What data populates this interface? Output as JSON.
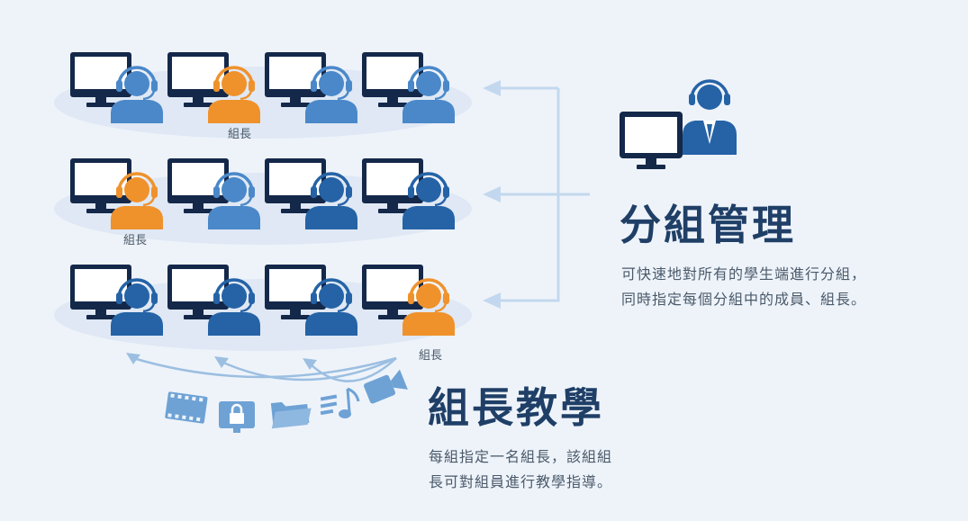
{
  "colors": {
    "monitor": "#14284a",
    "screen": "#ffffff",
    "student_light": "#4a88c9",
    "student_dark": "#2563a6",
    "leader": "#ef922c",
    "arrow": "#c3d8ee",
    "title": "#1f3f67",
    "tray": "#dde7f3"
  },
  "groups": [
    {
      "leader_index": 1,
      "leader_label": "組長",
      "tone": "light"
    },
    {
      "leader_index": 0,
      "leader_label": "組長",
      "tone": "mixed"
    },
    {
      "leader_index": 3,
      "leader_label": "組長",
      "tone": "dark"
    }
  ],
  "group_management": {
    "title": "分組管理",
    "description_lines": [
      "可快速地對所有的學生端進行分組，",
      "同時指定每個分組中的成員、組長。"
    ]
  },
  "leader_teaching": {
    "title": "組長教學",
    "description_lines": [
      "每組指定一名組長，該組組",
      "長可對組員進行教學指導。"
    ]
  },
  "media_icons": [
    "film-icon",
    "lock-icon",
    "folder-icon",
    "music-icon",
    "video-camera-icon"
  ]
}
